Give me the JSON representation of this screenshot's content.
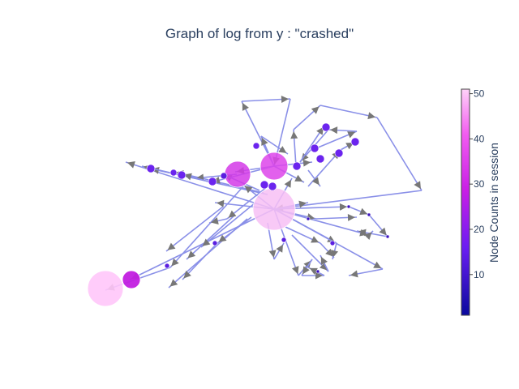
{
  "title": "Graph of log from y : \"crashed\"",
  "colorbar": {
    "title": "Node Counts in session",
    "ticks": [
      "10",
      "20",
      "30",
      "40",
      "50"
    ],
    "tick_values": [
      10,
      20,
      30,
      40,
      50
    ],
    "min": 1,
    "max": 51,
    "colors": [
      "#0a0a9e",
      "#6b1df2",
      "#c81ee6",
      "#f25cf0",
      "#ffd2f8"
    ]
  },
  "colors": {
    "edge": "#8a90e8",
    "arrow": "#777777"
  }
}
